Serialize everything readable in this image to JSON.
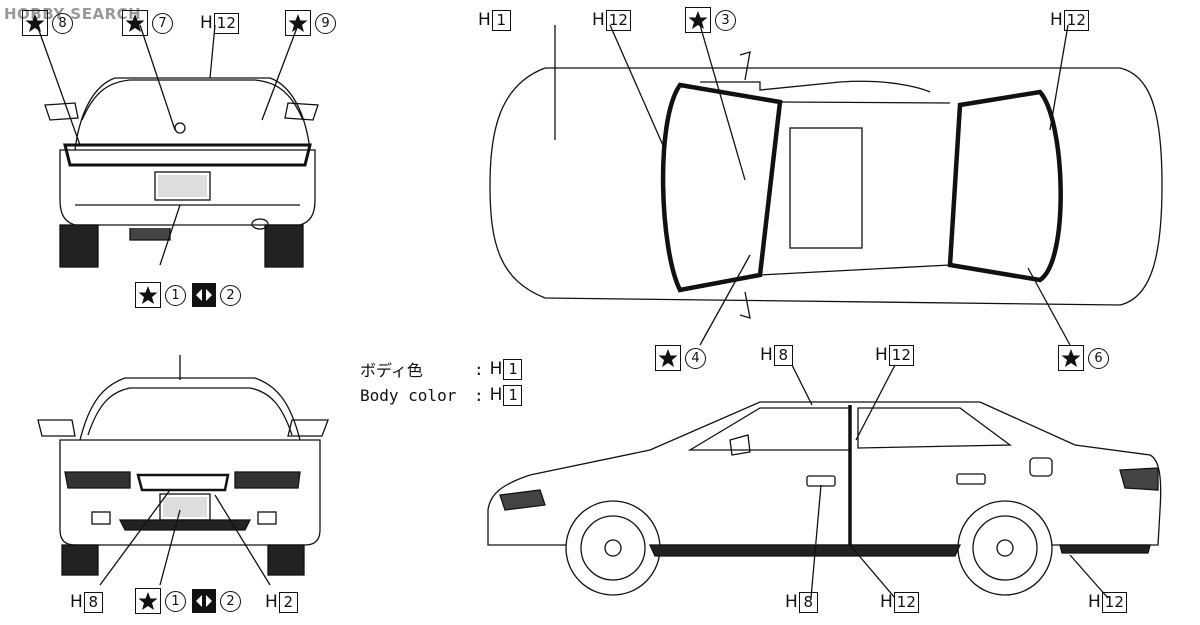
{
  "watermark": "HOBBY SEARCH",
  "body_color": {
    "ja_label": "ボディ色",
    "en_label": "Body color",
    "separator": ":",
    "code_prefix": "H",
    "code": "1"
  },
  "callouts": {
    "rear_star_8": "8",
    "rear_star_7": "7",
    "rear_h12": "12",
    "rear_star_9": "9",
    "rear_star_1": "1",
    "rear_decal_2": "2",
    "top_h1": "1",
    "top_h12_left": "12",
    "top_star_3": "3",
    "top_h12_right": "12",
    "top_star_4": "4",
    "top_star_6": "6",
    "side_h8_top": "8",
    "side_h12_top": "12",
    "side_h8_bottom": "8",
    "side_h12_mid": "12",
    "side_h12_right": "12",
    "front_h8": "8",
    "front_star_1": "1",
    "front_decal_2": "2",
    "front_h2": "2"
  },
  "h_prefix": "H"
}
